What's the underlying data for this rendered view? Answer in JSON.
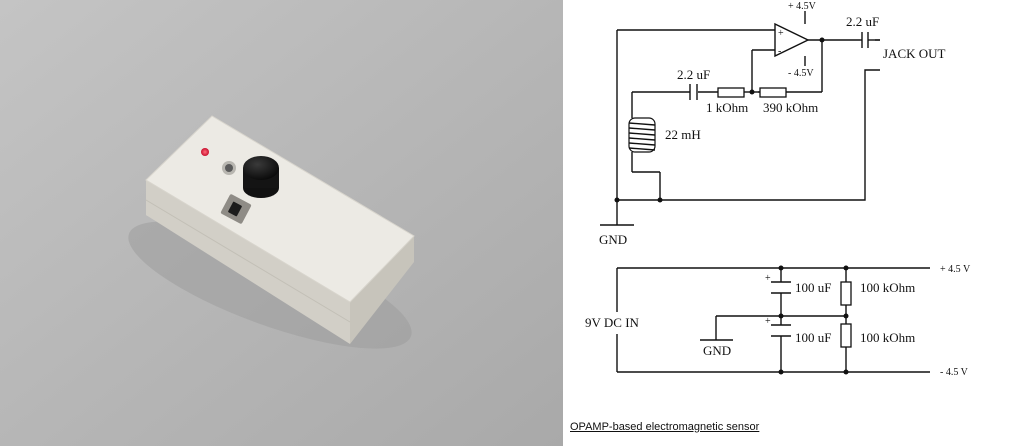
{
  "schematic": {
    "supply_pos": "+ 4.5V",
    "supply_neg": "- 4.5V",
    "cap_out": "2.2 uF",
    "jack_out": "JACK OUT",
    "cap_in": "2.2 uF",
    "res_1k": "1 kOhm",
    "res_390k": "390 kOhm",
    "inductor": "22 mH",
    "gnd_top": "GND",
    "psu_pos": "+ 4.5 V",
    "psu_neg": "- 4.5 V",
    "psu_cap1": "100 uF",
    "psu_cap2": "100 uF",
    "psu_res1": "100 kOhm",
    "psu_res2": "100 kOhm",
    "dc_in": "9V DC IN",
    "gnd_bottom": "GND",
    "plus_sign": "+",
    "minus_sign": "-"
  },
  "caption": "OPAMP-based electromagnetic sensor",
  "colors": {
    "led": "#ff2a3a",
    "box": "#e6e3dc",
    "table": "#b7b7b7"
  }
}
